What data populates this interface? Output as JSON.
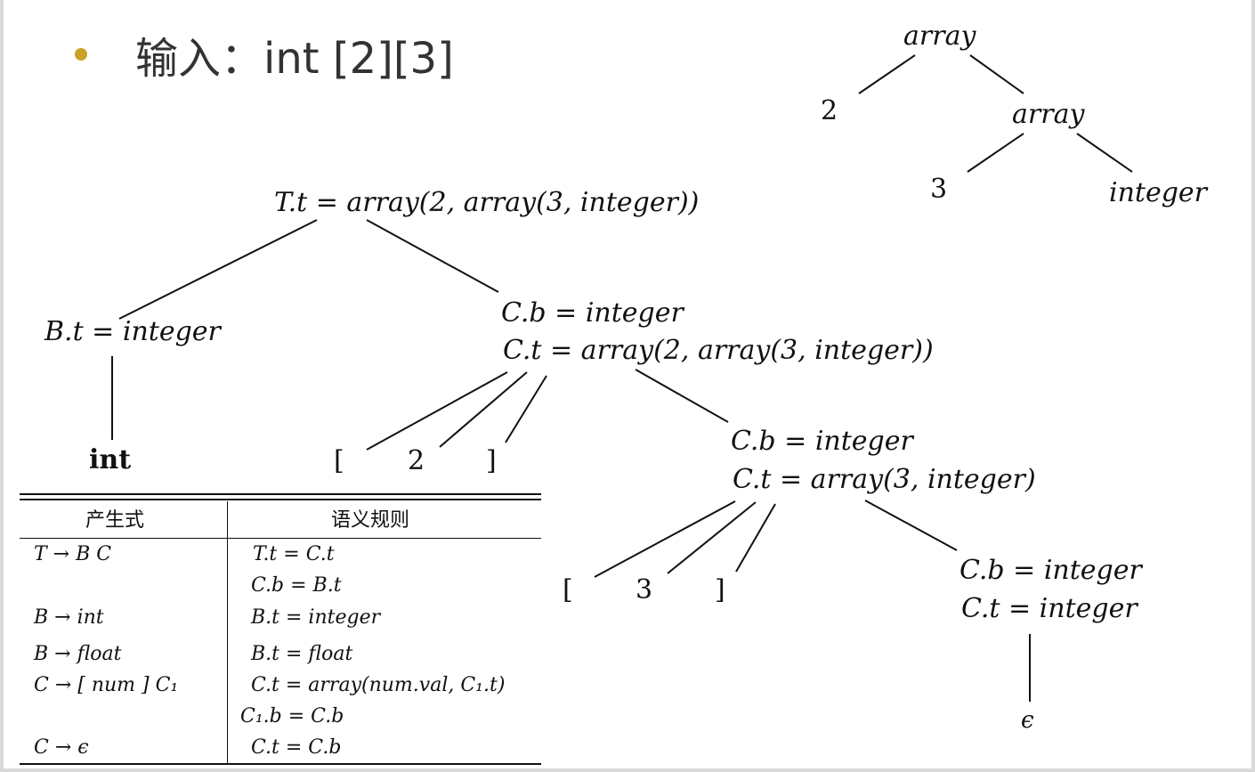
{
  "headline": {
    "text": "输入：int [2][3]"
  },
  "small_tree": {
    "root": "array",
    "left_child": "2",
    "right_child": "array",
    "right_left": "3",
    "right_right": "integer"
  },
  "annotated_tree": {
    "root": "T.t = array(2, array(3, integer))",
    "b_node": "B.t = integer",
    "int_leaf": "int",
    "c1_b": "C.b = integer",
    "c1_t": "C.t = array(2, array(3, integer))",
    "c1_open": "[",
    "c1_num": "2",
    "c1_close": "]",
    "c2_b": "C.b = integer",
    "c2_t": "C.t = array(3, integer)",
    "c2_open": "[",
    "c2_num": "3",
    "c2_close": "]",
    "c3_b": "C.b = integer",
    "c3_t": "C.t = integer",
    "epsilon": "ϵ"
  },
  "table": {
    "headers": [
      "产生式",
      "语义规则"
    ],
    "rows": [
      {
        "production": "T  →  B C",
        "rule": "T.t = C.t"
      },
      {
        "production": "",
        "rule": "C.b = B.t"
      },
      {
        "production": "B  →  int",
        "rule": "B.t = integer"
      },
      {
        "production": "B  →  float",
        "rule": "B.t = float"
      },
      {
        "production": "C  →  [ num ] C₁",
        "rule": "C.t = array(num.val, C₁.t)"
      },
      {
        "production": "",
        "rule": "C₁.b = C.b"
      },
      {
        "production": "C  →  ϵ",
        "rule": "C.t = C.b"
      }
    ]
  }
}
